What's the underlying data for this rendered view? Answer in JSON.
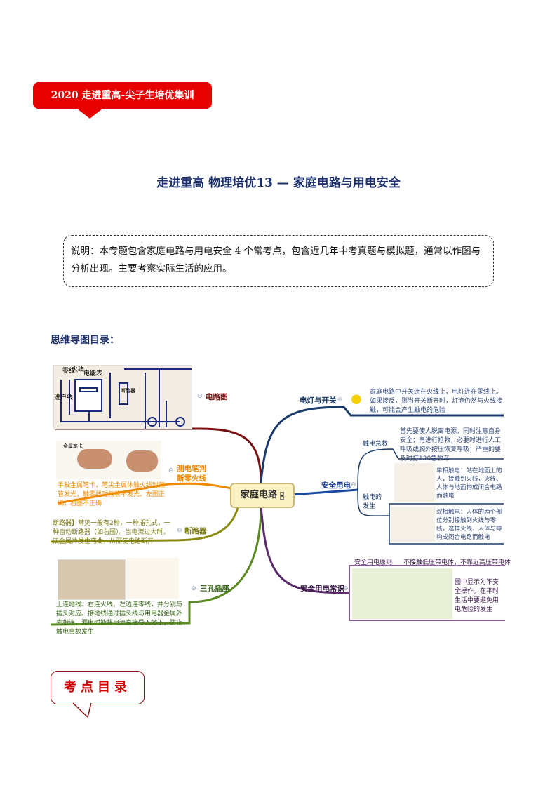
{
  "banner": "2020 走进重高-尖子生培优集训",
  "title": "走进重高 物理培优13 — 家庭电路与用电安全",
  "note": "说明：本专题包含家庭电路与用电安全 4 个常考点，包含近几年中考真题与模拟题，通常以作图与分析出现。主要考察实际生活的应用。",
  "toc_heading": "思维导图目录：",
  "mindmap": {
    "center": "家庭电路",
    "left": [
      {
        "label": "电路图",
        "diagram_labels": [
          "零线",
          "火线",
          "电能表",
          "进户线",
          "断路器"
        ]
      },
      {
        "label": "测电笔判断零火线",
        "label_lines": [
          "测电笔判",
          "断零火线"
        ],
        "img_caption": "金属笔卡",
        "text": "手触金属笔卡，笔尖金属体触火线时氖管发光，触零线时氖管不发光。左图正确，右图不正确"
      },
      {
        "label": "断路器",
        "text": "断路器】常见一般有2种，一种插孔式，一种自动断路器（如右图）。当电流过大时，双金属片发生弯曲，从而使电路断开"
      },
      {
        "label": "三孔插座",
        "text": "上连地线、右连火线、左边连零线，并分别与插头对应。接地线通过插头线与用电器金属外壳相连，漏电时能将电流直接导入地下，防止触电事故发生"
      }
    ],
    "right": [
      {
        "label": "电灯与开关",
        "text": "家庭电路中开关连在火线上，电灯连在零线上。如果接反，则当开关断开时，灯泡仍然与火线接触，可能会产生触电的危险"
      },
      {
        "label": "安全用电",
        "children": [
          {
            "label": "触电急救",
            "text": "首先要使人脱离电源，同时注意自身安全；再进行抢救，必要时进行人工呼吸或胸外按压恢复呼吸；严重的要及时打120急救车"
          },
          {
            "label": "触电的发生",
            "label_lines": [
              "触电的",
              "发生"
            ],
            "items": [
              "单相触电：站在地面上的人，接触到火线，火线、人体与地面构成闭合电路而触电",
              "双相触电：人体的两个部位分别接触到火线与零线，这样火线、人体与零构成闭合电路而触电"
            ]
          }
        ]
      },
      {
        "label": "安全用电常识",
        "principle_label": "安全用电原则",
        "principle": "不接触低压带电体，不靠近高压带电体",
        "text": "图中显示为不安全操作。在平时生活中要避免用电危险的发生"
      }
    ]
  },
  "kaodian": "考点目录",
  "colors": {
    "red": "#e60000",
    "navy": "#1c2f6b"
  }
}
